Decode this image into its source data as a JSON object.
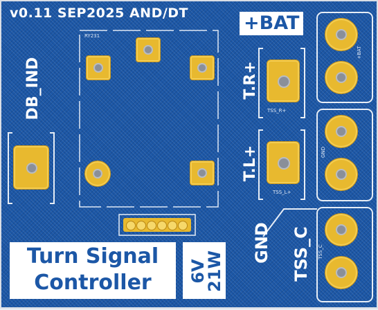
{
  "board": {
    "version_text": "v0.11 SEP2025 AND/DT",
    "bat_label": "+BAT",
    "db_ind_label": "DB_IND",
    "tr_label": "T.R+",
    "tl_label": "T.L+",
    "gnd_label": "GND",
    "tss_label": "TSS_C",
    "title_line1": "Turn Signal",
    "title_line2": "Controller",
    "rating_line1": "6V",
    "rating_line2": "21W",
    "small_ry": "RY231",
    "small_tr": "TSS_R+",
    "small_tl": "TSS_L+",
    "small_bat": "+BAT",
    "small_gnd": "GND",
    "small_tss": "TSS_C"
  },
  "colors": {
    "board": "#1c57a6",
    "pad": "#e8b92f",
    "silk": "#ffffff"
  }
}
